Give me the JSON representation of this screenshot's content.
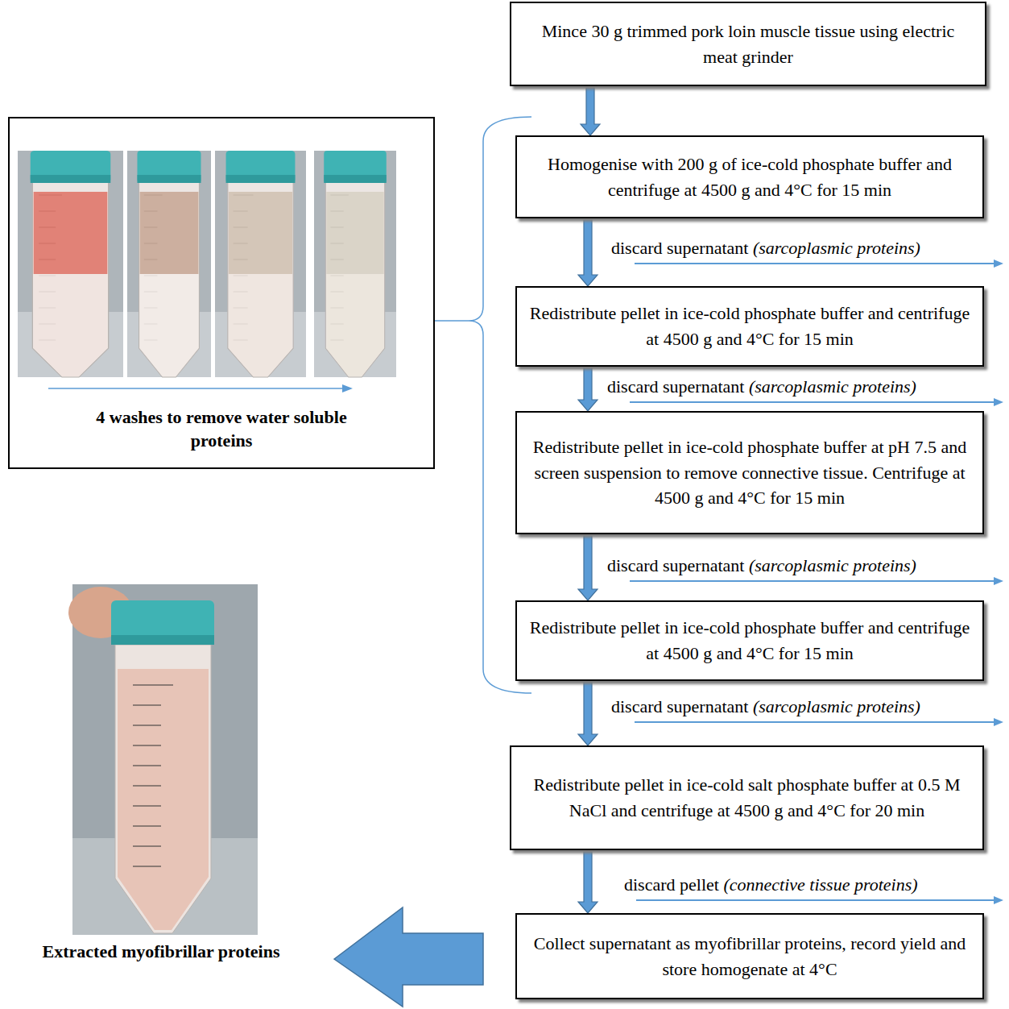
{
  "diagram": {
    "nodes": [
      {
        "text": [
          "Mince 30 g trimmed pork loin muscle tissue using electric meat grinder"
        ]
      },
      {
        "text": [
          "Homogenise with 200 g of ice-cold phosphate buffer and centrifuge at 4500 g and 4°C for 15 min"
        ]
      },
      {
        "text": [
          "Redistribute pellet in ice-cold phosphate buffer and centrifuge at 4500 g and 4°C for 15 min"
        ]
      },
      {
        "text": [
          "Redistribute pellet in ice-cold phosphate buffer at pH 7.5 and screen suspension to remove connective tissue. Centrifuge at 4500 g and 4°C for 15 min"
        ]
      },
      {
        "text": [
          "Redistribute pellet in ice-cold phosphate buffer and centrifuge at 4500 g and 4°C for 15 min"
        ]
      },
      {
        "text": [
          "Redistribute pellet in ice-cold salt phosphate buffer at 0.5 M NaCl and centrifuge at 4500 g and 4°C for 20 min"
        ]
      },
      {
        "text": [
          "Collect supernatant as myofibrillar proteins, record yield and store homogenate at 4°C"
        ]
      },
      {
        "text": [
          "4 washes to remove water soluble proteins"
        ]
      }
    ],
    "edges": [
      {
        "from": 0,
        "to": 1,
        "arrow": "to"
      },
      {
        "from": 1,
        "to": 2,
        "label": "discard supernatant (sarcoplasmic proteins)",
        "arrow": "to"
      },
      {
        "from": 2,
        "to": 3,
        "label": "discard supernatant (sarcoplasmic proteins)",
        "arrow": "to"
      },
      {
        "from": 3,
        "to": 4,
        "label": "discard supernatant (sarcoplasmic proteins)",
        "arrow": "to"
      },
      {
        "from": 4,
        "to": 5,
        "label": "discard supernatant (sarcoplasmic proteins)",
        "arrow": "to"
      },
      {
        "from": 5,
        "to": 6,
        "label": "discard pellet (connective tissue proteins)",
        "arrow": "to"
      }
    ],
    "labels": [
      "Extracted myofibrillar proteins"
    ]
  }
}
